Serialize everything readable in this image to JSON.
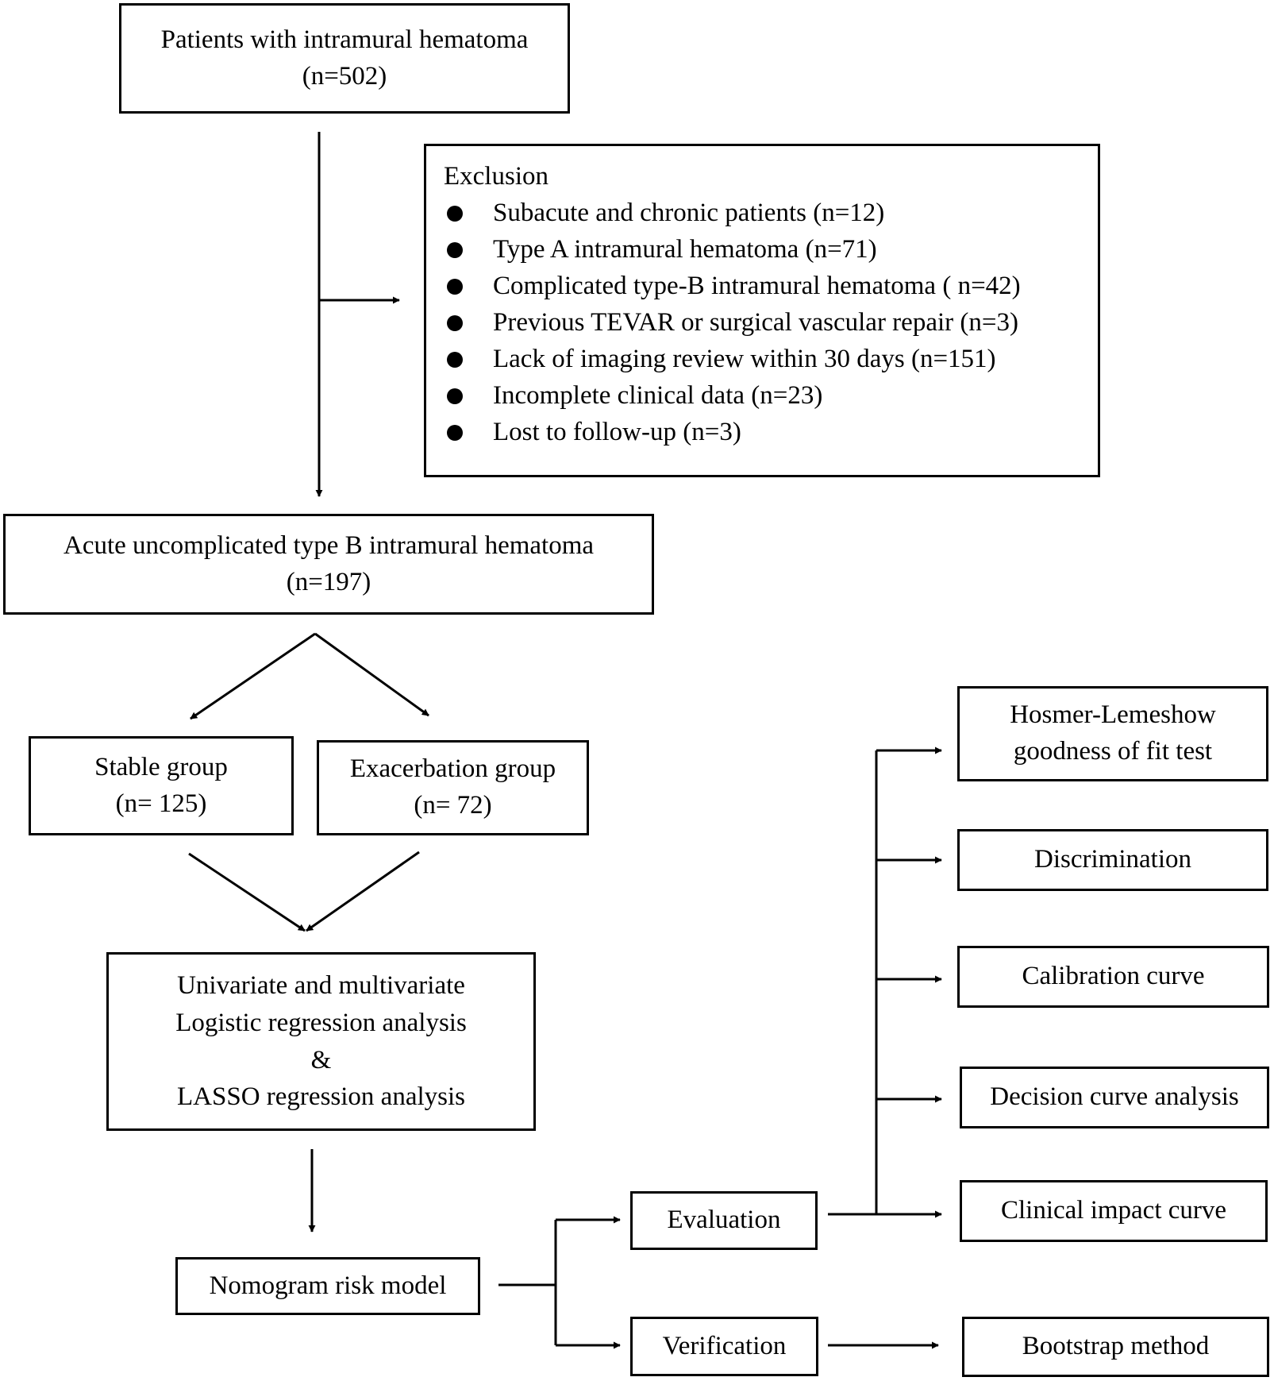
{
  "title_box": {
    "line1": "Patients with intramural hematoma",
    "line2": "(n=502)"
  },
  "exclusion": {
    "heading": "Exclusion",
    "items": [
      "Subacute and chronic patients (n=12)",
      "Type A intramural hematoma (n=71)",
      "Complicated type-B intramural hematoma ( n=42)",
      "Previous  TEVAR or surgical vascular repair (n=3)",
      "Lack of imaging review within 30 days (n=151)",
      "Incomplete clinical data (n=23)",
      "Lost to follow-up (n=3)"
    ]
  },
  "acute_box": {
    "line1": "Acute uncomplicated type B intramural hematoma",
    "line2": "(n=197)"
  },
  "stable_box": {
    "line1": "Stable group",
    "line2": "(n= 125)"
  },
  "exacerbation_box": {
    "line1": "Exacerbation group",
    "line2": "(n= 72)"
  },
  "regression_box": {
    "line1": "Univariate and multivariate",
    "line2": "Logistic regression analysis",
    "line3": "&",
    "line4": "LASSO regression analysis"
  },
  "nomogram_box": {
    "label": "Nomogram risk model"
  },
  "evaluation_box": {
    "label": "Evaluation"
  },
  "verification_box": {
    "label": "Verification"
  },
  "hosmer_box": {
    "line1": "Hosmer-Lemeshow",
    "line2": "goodness of fit test"
  },
  "discrimination_box": {
    "label": "Discrimination"
  },
  "calibration_box": {
    "label": "Calibration curve"
  },
  "decision_box": {
    "label": "Decision curve analysis"
  },
  "clinical_box": {
    "label": "Clinical impact curve"
  },
  "bootstrap_box": {
    "label": "Bootstrap method"
  }
}
